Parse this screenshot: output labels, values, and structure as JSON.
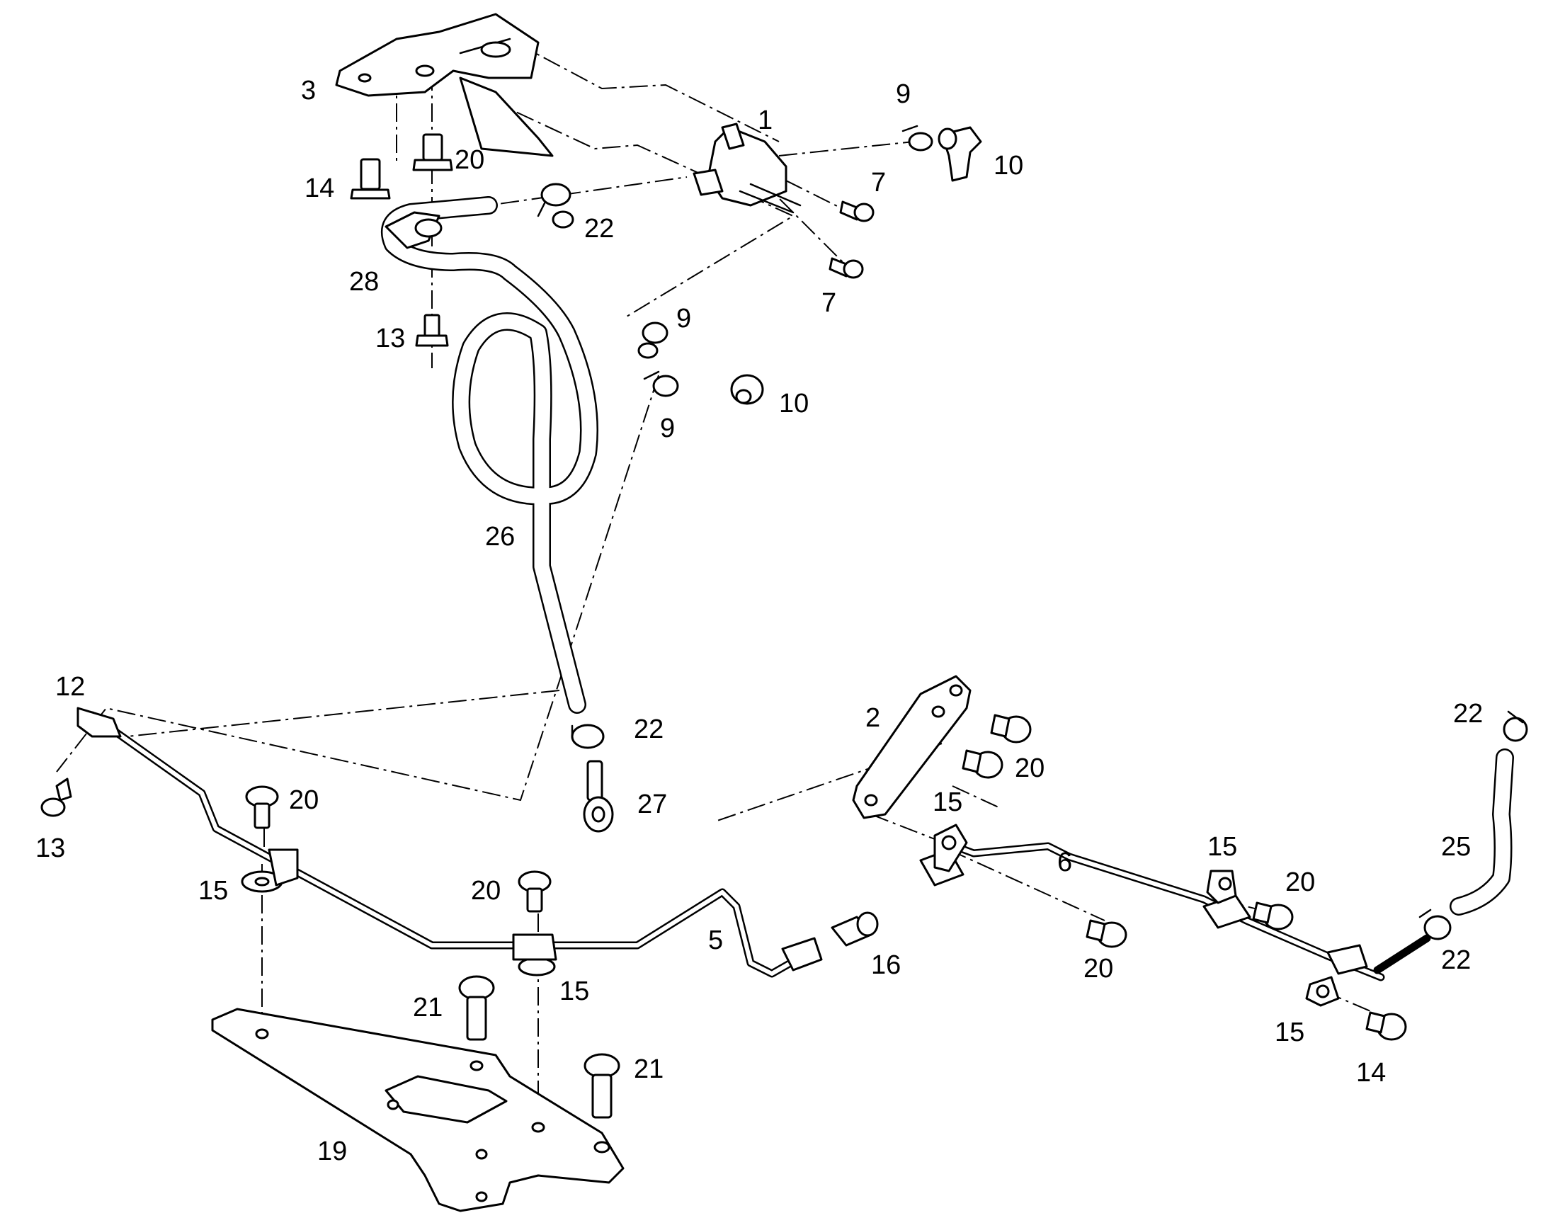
{
  "callouts": [
    {
      "id": "c1",
      "text": "1"
    },
    {
      "id": "c2",
      "text": "2"
    },
    {
      "id": "c3",
      "text": "3"
    },
    {
      "id": "c5",
      "text": "5"
    },
    {
      "id": "c6",
      "text": "6"
    },
    {
      "id": "c7a",
      "text": "7"
    },
    {
      "id": "c7b",
      "text": "7"
    },
    {
      "id": "c9a",
      "text": "9"
    },
    {
      "id": "c9b",
      "text": "9"
    },
    {
      "id": "c9c",
      "text": "9"
    },
    {
      "id": "c10a",
      "text": "10"
    },
    {
      "id": "c10b",
      "text": "10"
    },
    {
      "id": "c12",
      "text": "12"
    },
    {
      "id": "c13a",
      "text": "13"
    },
    {
      "id": "c13b",
      "text": "13"
    },
    {
      "id": "c14a",
      "text": "14"
    },
    {
      "id": "c14b",
      "text": "14"
    },
    {
      "id": "c15a",
      "text": "15"
    },
    {
      "id": "c15b",
      "text": "15"
    },
    {
      "id": "c15c",
      "text": "15"
    },
    {
      "id": "c15d",
      "text": "15"
    },
    {
      "id": "c15e",
      "text": "15"
    },
    {
      "id": "c16",
      "text": "16"
    },
    {
      "id": "c19",
      "text": "19"
    },
    {
      "id": "c20a",
      "text": "20"
    },
    {
      "id": "c20b",
      "text": "20"
    },
    {
      "id": "c20c",
      "text": "20"
    },
    {
      "id": "c20d",
      "text": "20"
    },
    {
      "id": "c20e",
      "text": "20"
    },
    {
      "id": "c20f",
      "text": "20"
    },
    {
      "id": "c21a",
      "text": "21"
    },
    {
      "id": "c21b",
      "text": "21"
    },
    {
      "id": "c22a",
      "text": "22"
    },
    {
      "id": "c22b",
      "text": "22"
    },
    {
      "id": "c22c",
      "text": "22"
    },
    {
      "id": "c22d",
      "text": "22"
    },
    {
      "id": "c25",
      "text": "25"
    },
    {
      "id": "c26",
      "text": "26"
    },
    {
      "id": "c27",
      "text": "27"
    },
    {
      "id": "c28",
      "text": "28"
    }
  ]
}
